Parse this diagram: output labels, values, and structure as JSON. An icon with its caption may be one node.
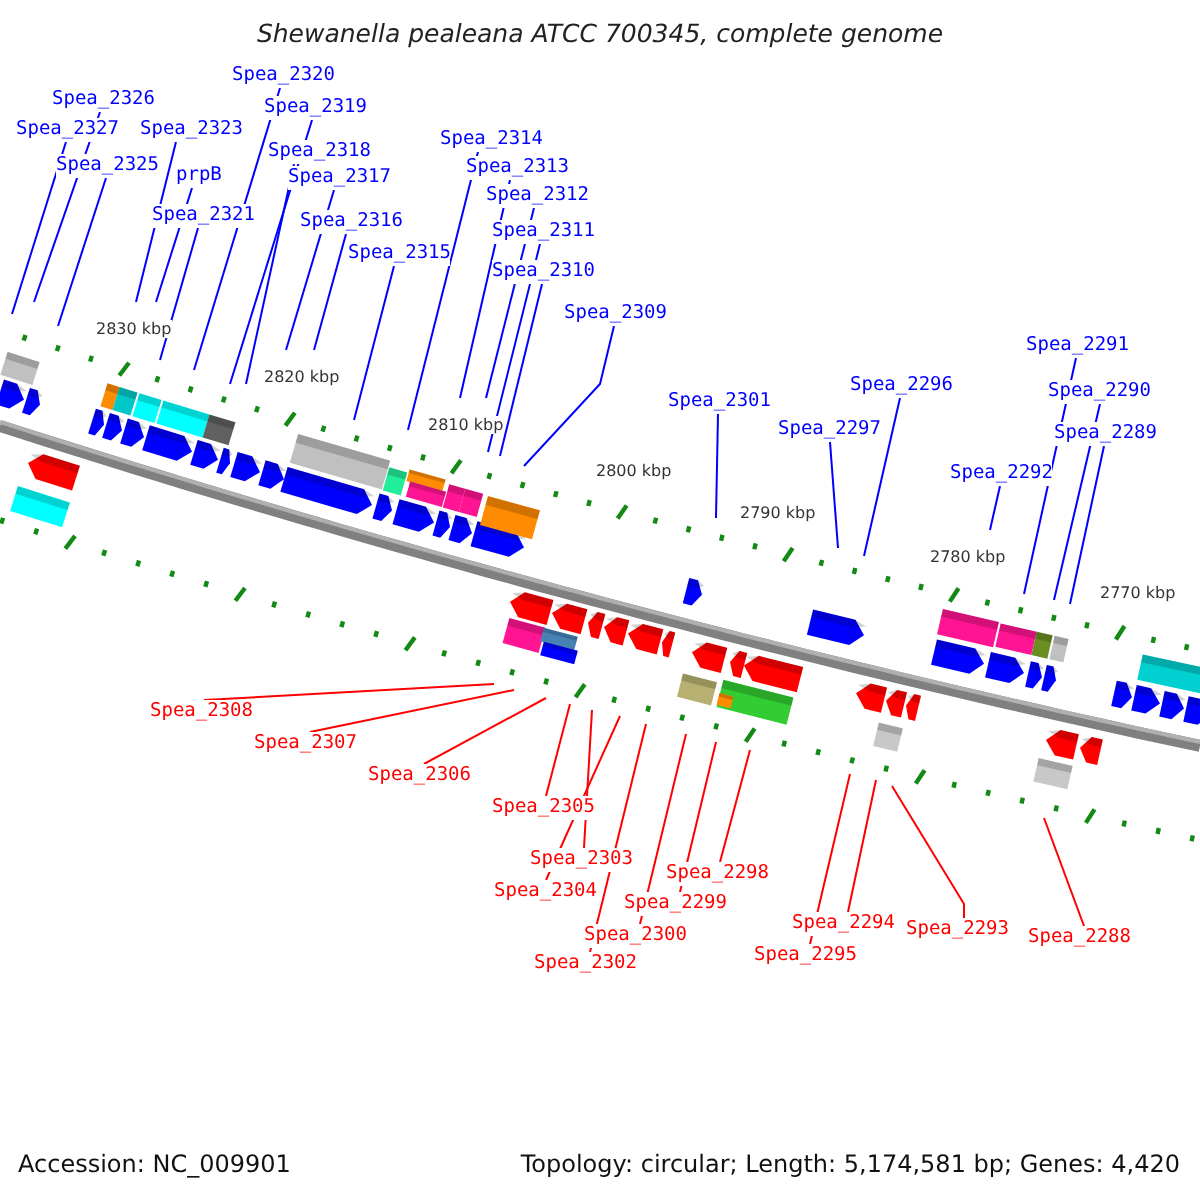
{
  "diagram": {
    "title": "Shewanella pealeana ATCC 700345, complete genome",
    "nodes": [
      {
        "text": [
          "Spea_2320"
        ]
      },
      {
        "text": [
          "Spea_2326"
        ]
      },
      {
        "text": [
          "Spea_2319"
        ]
      },
      {
        "text": [
          "Spea_2327"
        ]
      },
      {
        "text": [
          "Spea_2323"
        ]
      },
      {
        "text": [
          "Spea_2314"
        ]
      },
      {
        "text": [
          "Spea_2318"
        ]
      },
      {
        "text": [
          "Spea_2325"
        ]
      },
      {
        "text": [
          "Spea_2313"
        ]
      },
      {
        "text": [
          "prpB"
        ]
      },
      {
        "text": [
          "Spea_2317"
        ]
      },
      {
        "text": [
          "Spea_2312"
        ]
      },
      {
        "text": [
          "Spea_2321"
        ]
      },
      {
        "text": [
          "Spea_2316"
        ]
      },
      {
        "text": [
          "Spea_2311"
        ]
      },
      {
        "text": [
          "Spea_2315"
        ]
      },
      {
        "text": [
          "Spea_2310"
        ]
      },
      {
        "text": [
          "Spea_2309"
        ]
      },
      {
        "text": [
          "Spea_2291"
        ]
      },
      {
        "text": [
          "Spea_2296"
        ]
      },
      {
        "text": [
          "Spea_2290"
        ]
      },
      {
        "text": [
          "Spea_2301"
        ]
      },
      {
        "text": [
          "Spea_2297"
        ]
      },
      {
        "text": [
          "Spea_2289"
        ]
      },
      {
        "text": [
          "Spea_2292"
        ]
      },
      {
        "text": [
          "Spea_2308"
        ]
      },
      {
        "text": [
          "Spea_2307"
        ]
      },
      {
        "text": [
          "Spea_2306"
        ]
      },
      {
        "text": [
          "Spea_2305"
        ]
      },
      {
        "text": [
          "Spea_2303"
        ]
      },
      {
        "text": [
          "Spea_2298"
        ]
      },
      {
        "text": [
          "Spea_2304"
        ]
      },
      {
        "text": [
          "Spea_2299"
        ]
      },
      {
        "text": [
          "Spea_2294"
        ]
      },
      {
        "text": [
          "Spea_2293"
        ]
      },
      {
        "text": [
          "Spea_2300"
        ]
      },
      {
        "text": [
          "Spea_2288"
        ]
      },
      {
        "text": [
          "Spea_2295"
        ]
      },
      {
        "text": [
          "Spea_2302"
        ]
      }
    ],
    "edges": [
      {
        "from": 0,
        "to": null,
        "arrow": "none"
      },
      {
        "from": 1,
        "to": null,
        "arrow": "none"
      },
      {
        "from": 2,
        "to": null,
        "arrow": "none"
      },
      {
        "from": 3,
        "to": null,
        "arrow": "none"
      },
      {
        "from": 4,
        "to": null,
        "arrow": "none"
      },
      {
        "from": 5,
        "to": null,
        "arrow": "none"
      },
      {
        "from": 6,
        "to": null,
        "arrow": "none"
      },
      {
        "from": 7,
        "to": null,
        "arrow": "none"
      },
      {
        "from": 8,
        "to": null,
        "arrow": "none"
      },
      {
        "from": 9,
        "to": null,
        "arrow": "none"
      },
      {
        "from": 10,
        "to": null,
        "arrow": "none"
      },
      {
        "from": 11,
        "to": null,
        "arrow": "none"
      },
      {
        "from": 12,
        "to": null,
        "arrow": "none"
      },
      {
        "from": 13,
        "to": null,
        "arrow": "none"
      },
      {
        "from": 14,
        "to": null,
        "arrow": "none"
      },
      {
        "from": 15,
        "to": null,
        "arrow": "none"
      },
      {
        "from": 16,
        "to": null,
        "arrow": "none"
      },
      {
        "from": 17,
        "to": null,
        "arrow": "none"
      },
      {
        "from": 18,
        "to": null,
        "arrow": "none"
      },
      {
        "from": 19,
        "to": null,
        "arrow": "none"
      },
      {
        "from": 20,
        "to": null,
        "arrow": "none"
      },
      {
        "from": 21,
        "to": null,
        "arrow": "none"
      },
      {
        "from": 22,
        "to": null,
        "arrow": "none"
      },
      {
        "from": 23,
        "to": null,
        "arrow": "none"
      },
      {
        "from": 24,
        "to": null,
        "arrow": "none"
      },
      {
        "from": 25,
        "to": null,
        "arrow": "none",
        "color": "#ff0000"
      },
      {
        "from": 26,
        "to": null,
        "arrow": "none",
        "color": "#ff0000"
      },
      {
        "from": 27,
        "to": null,
        "arrow": "none",
        "color": "#ff0000"
      },
      {
        "from": 28,
        "to": null,
        "arrow": "none",
        "color": "#ff0000"
      },
      {
        "from": 29,
        "to": null,
        "arrow": "none",
        "color": "#ff0000"
      },
      {
        "from": 30,
        "to": null,
        "arrow": "none",
        "color": "#ff0000"
      },
      {
        "from": 31,
        "to": null,
        "arrow": "none",
        "color": "#ff0000"
      },
      {
        "from": 32,
        "to": null,
        "arrow": "none",
        "color": "#ff0000"
      },
      {
        "from": 33,
        "to": null,
        "arrow": "none",
        "color": "#ff0000"
      },
      {
        "from": 34,
        "to": null,
        "arrow": "none",
        "color": "#ff0000"
      },
      {
        "from": 35,
        "to": null,
        "arrow": "none",
        "color": "#ff0000"
      },
      {
        "from": 36,
        "to": null,
        "arrow": "none",
        "color": "#ff0000"
      },
      {
        "from": 37,
        "to": null,
        "arrow": "none",
        "color": "#ff0000"
      },
      {
        "from": 38,
        "to": null,
        "arrow": "none",
        "color": "#ff0000"
      }
    ],
    "labels": [
      "2830 kbp",
      "2820 kbp",
      "2810 kbp",
      "2800 kbp",
      "2790 kbp",
      "2780 kbp",
      "2770 kbp",
      "Accession: NC_009901",
      "Topology: circular; Length: 5,174,581 bp; Genes: 4,420"
    ]
  }
}
